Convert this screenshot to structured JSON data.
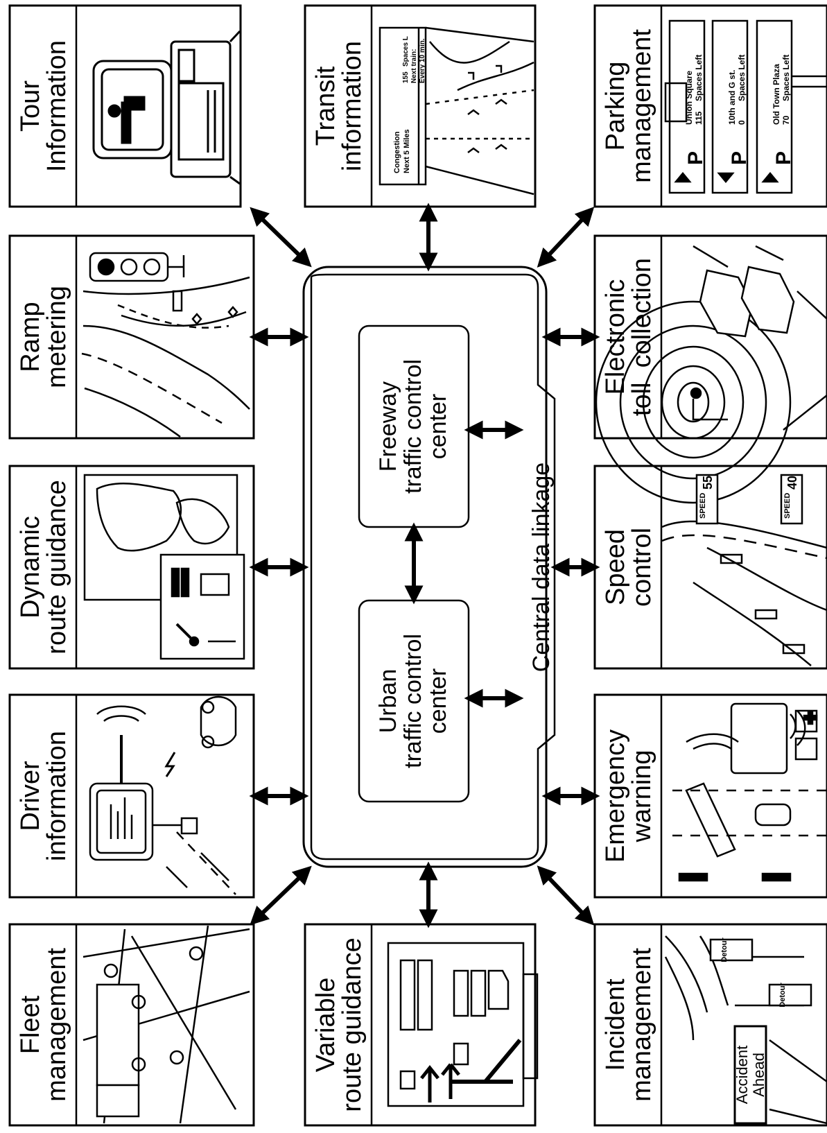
{
  "hub": {
    "freeway_center": [
      "Freeway",
      "traffic control",
      "center"
    ],
    "urban_center": [
      "Urban",
      "traffic control",
      "center"
    ],
    "linkage": "Central data linkage"
  },
  "panels": {
    "tour_information": [
      "Tour",
      "Information"
    ],
    "transit_information": [
      "Transit",
      "information"
    ],
    "parking_management": [
      "Parking",
      "management"
    ],
    "ramp_metering": [
      "Ramp",
      "metering"
    ],
    "electronic_toll_collection": [
      "Electronic",
      "toll  collection"
    ],
    "dynamic_route_guidance": [
      "Dynamic",
      "route guidance"
    ],
    "speed_control": [
      "Speed",
      "control"
    ],
    "driver_information": [
      "Driver",
      "information"
    ],
    "emergency_warning": [
      "Emergency",
      "warning"
    ],
    "fleet_management": [
      "Fleet",
      "management"
    ],
    "variable_route_guidance": [
      "Variable",
      "route guidance"
    ],
    "incident_management": [
      "Incident",
      "management"
    ]
  },
  "sign_text": {
    "transit": {
      "congestion": "Congestion",
      "next_miles": "Next 5 Miles",
      "spaces": "Spaces L",
      "spaces_count": "155",
      "next_train": "Next train:",
      "every": "Every 10 min."
    },
    "parking": [
      {
        "place": "Union Square",
        "count": "115",
        "suffix": "Spaces Left"
      },
      {
        "place": "10th and G st.",
        "count": "0",
        "suffix": "Spaces Left"
      },
      {
        "place": "Old Town Plaza",
        "count": "70",
        "suffix": "Spaces Left"
      }
    ],
    "speed": [
      {
        "label": "SPEED",
        "value": "55"
      },
      {
        "label": "SPEED",
        "value": "40"
      }
    ],
    "incident": {
      "accident": "Accident",
      "ahead": "Ahead",
      "detour": "Detour"
    }
  }
}
